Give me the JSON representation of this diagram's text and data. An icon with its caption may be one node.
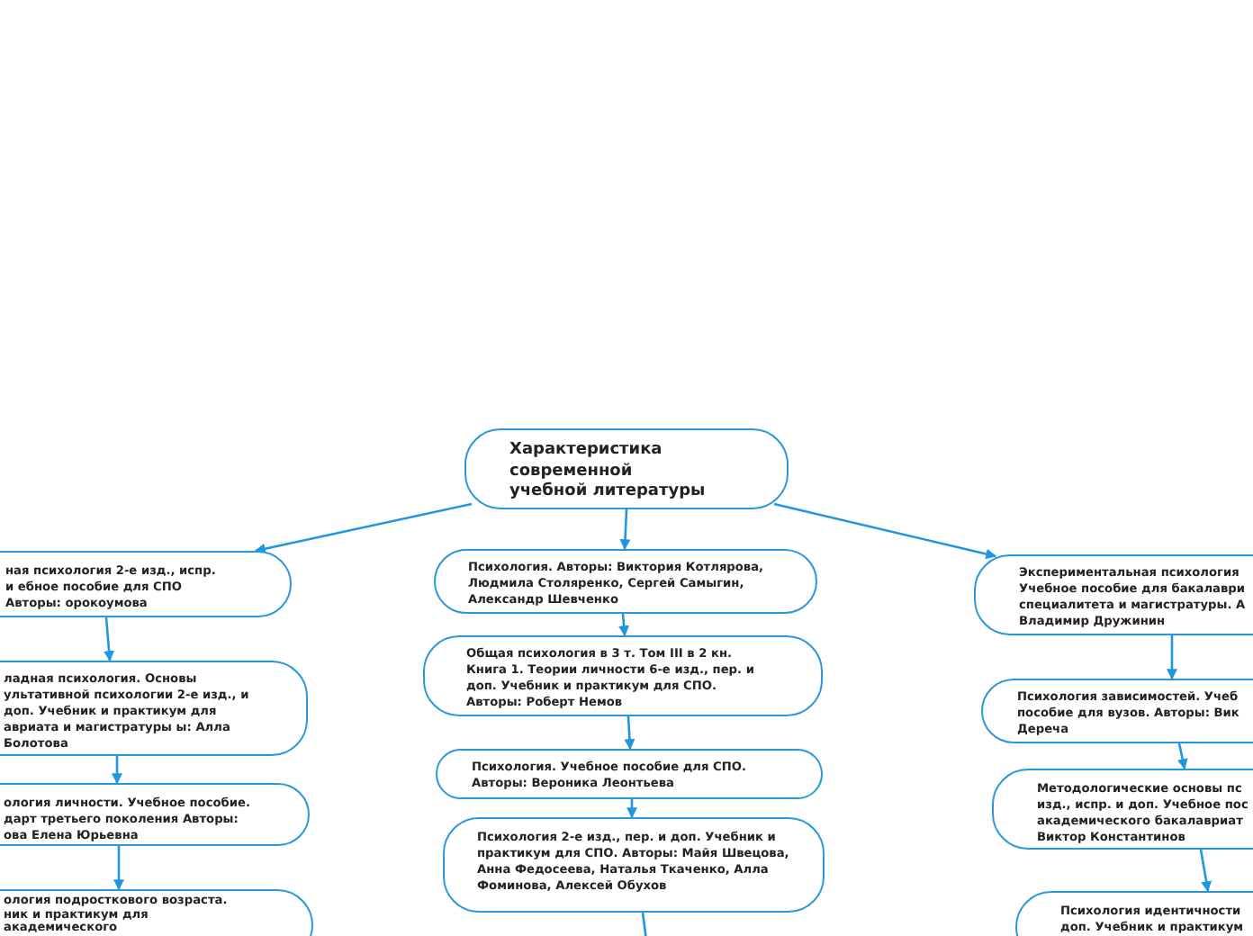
{
  "diagram": {
    "nodes": [
      {
        "text": [
          "Характеристика современной учебной литературы"
        ]
      },
      {
        "text": [
          "ная психология 2-е изд., испр. и ебное пособие для СПО Авторы: орокоумова"
        ]
      },
      {
        "text": [
          "ладная психология. Основы ультативной психологии 2-е изд., и доп. Учебник и практикум для авриата и магистратуры ы: Алла Болотова"
        ]
      },
      {
        "text": [
          "ология личности. Учебное пособие. дарт третьего поколения Авторы: ова Елена Юрьевна"
        ]
      },
      {
        "text": [
          "ология подросткового возраста. ник и практикум для академического"
        ]
      },
      {
        "text": [
          "Психология. Авторы: Виктория Котлярова, Людмила Столяренко, Сергей Самыгин, Александр Шевченко"
        ]
      },
      {
        "text": [
          "Общая психология в 3 т. Том III в 2 кн. Книга 1. Теории личности 6-е изд., пер. и доп. Учебник и практикум для СПО. Авторы: Роберт Немов"
        ]
      },
      {
        "text": [
          "Психология. Учебное пособие для СПО. Авторы: Вероника Леонтьева"
        ]
      },
      {
        "text": [
          "Психология 2-е изд., пер. и доп. Учебник и практикум для СПО. Авторы: Майя Швецова, Анна Федосеева, Наталья Ткаченко, Алла Фоминова, Алексей Обухов"
        ]
      },
      {
        "text": [
          "Экспериментальная психология Учебное пособие для бакалаври специалитета и магистратуры. А Владимир Дружинин"
        ]
      },
      {
        "text": [
          "Психология зависимостей. Учеб пособие для вузов. Авторы: Вик Дереча"
        ]
      },
      {
        "text": [
          "Методологические основы пс изд., испр. и доп. Учебное пос академического бакалавриат Виктор Константинов"
        ]
      },
      {
        "text": [
          "Психология идентичности доп. Учебник и практикум"
        ]
      }
    ],
    "edges": [
      {
        "from": 0,
        "to": 1,
        "arrow": "to"
      },
      {
        "from": 1,
        "to": 2,
        "arrow": "to"
      },
      {
        "from": 2,
        "to": 3,
        "arrow": "to"
      },
      {
        "from": 3,
        "to": 4,
        "arrow": "to"
      },
      {
        "from": 0,
        "to": 5,
        "arrow": "to"
      },
      {
        "from": 5,
        "to": 6,
        "arrow": "to"
      },
      {
        "from": 6,
        "to": 7,
        "arrow": "to"
      },
      {
        "from": 7,
        "to": 8,
        "arrow": "to"
      },
      {
        "from": 8,
        "to": null,
        "arrow": "none"
      },
      {
        "from": 0,
        "to": 9,
        "arrow": "to"
      },
      {
        "from": 9,
        "to": 10,
        "arrow": "to"
      },
      {
        "from": 10,
        "to": 11,
        "arrow": "to"
      },
      {
        "from": 11,
        "to": 12,
        "arrow": "to"
      }
    ]
  }
}
